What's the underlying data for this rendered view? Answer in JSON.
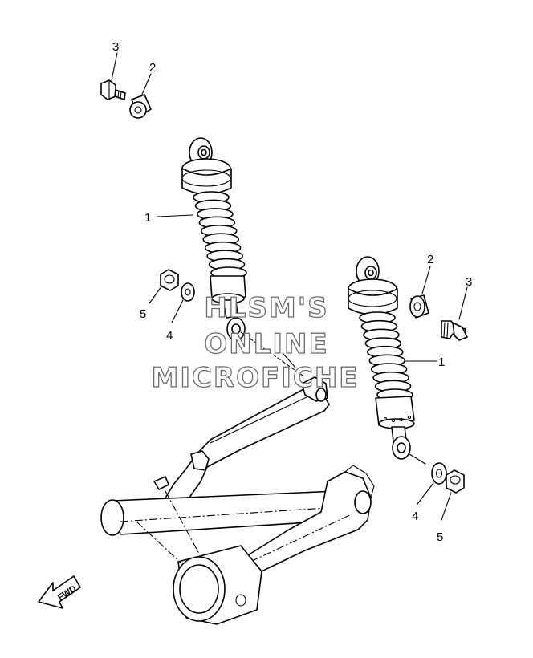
{
  "callouts": {
    "top_left_bolt": "3",
    "top_left_collar": "2",
    "left_shock": "1",
    "left_nut": "5",
    "left_washer": "4",
    "right_collar": "2",
    "right_bolt": "3",
    "right_shock": "1",
    "right_washer": "4",
    "right_nut": "5"
  },
  "watermark": {
    "line1": "HLSM'S",
    "line2": "ONLINE",
    "line3": "MICROFICHE"
  },
  "direction_arrow": {
    "label": "FWD"
  }
}
